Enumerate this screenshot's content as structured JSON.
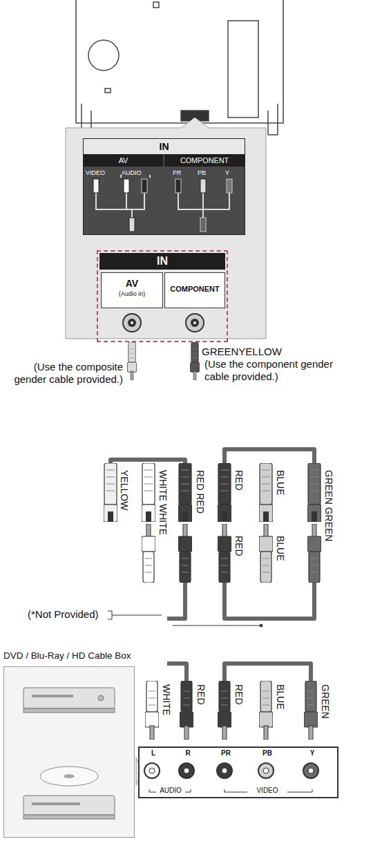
{
  "diagram": {
    "nodes": [
      {
        "text": [
          "IN"
        ]
      },
      {
        "text": [
          "AV",
          "VIDEO",
          "AUDIO"
        ],
        "in": 0
      },
      {
        "text": [
          "COMPONENT",
          "PR",
          "PB",
          "Y"
        ],
        "in": 0
      },
      {
        "text": [
          "IN"
        ]
      },
      {
        "text": [
          "AV",
          "(Audio in)"
        ],
        "in": 3
      },
      {
        "text": [
          "COMPONENT"
        ],
        "in": 3
      },
      {
        "text": [
          "DVD / Blu-Ray / HD Cable Box"
        ]
      },
      {
        "text": [
          "L",
          "R",
          "PR",
          "PB",
          "Y",
          "AUDIO",
          "VIDEO"
        ]
      }
    ],
    "edges": [
      {
        "from": 4,
        "to": 7,
        "arrow": "none"
      },
      {
        "from": 5,
        "to": 7,
        "arrow": "none"
      }
    ],
    "labels": [
      "GREENYELLOW",
      "(Use the composite gender cable provided.)",
      "(Use the component gender cable provided.)",
      "YELLOW",
      "WHITE WHITE",
      "RED RED",
      "RED",
      "BLUE",
      "GREEN GREEN",
      "RED",
      "BLUE",
      "(*Not Provided)",
      "WHITE",
      "RED",
      "RED",
      "BLUE",
      "GREEN"
    ]
  }
}
